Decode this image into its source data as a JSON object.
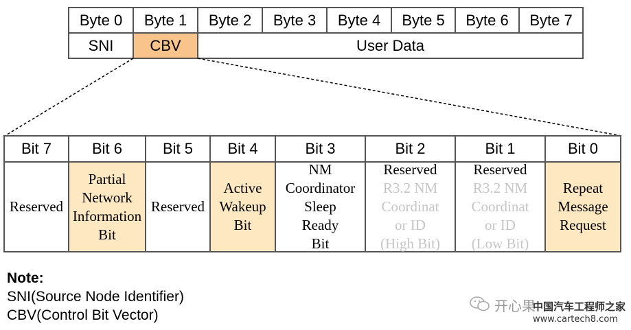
{
  "byte_table": {
    "headers": [
      "Byte 0",
      "Byte 1",
      "Byte 2",
      "Byte 3",
      "Byte 4",
      "Byte 5",
      "Byte 6",
      "Byte 7"
    ],
    "row": {
      "sni": "SNI",
      "cbv": "CBV",
      "user_data": "User Data"
    }
  },
  "bit_table": {
    "headers": [
      "Bit 7",
      "Bit 6",
      "Bit 5",
      "Bit 4",
      "Bit 3",
      "Bit 2",
      "Bit 1",
      "Bit 0"
    ],
    "bits": [
      {
        "lines": [
          "Reserved"
        ],
        "grey_lines": []
      },
      {
        "lines": [
          "Partial",
          "Network",
          "Information",
          "Bit"
        ],
        "grey_lines": []
      },
      {
        "lines": [
          "Reserved"
        ],
        "grey_lines": []
      },
      {
        "lines": [
          "Active",
          "Wakeup",
          "Bit"
        ],
        "grey_lines": []
      },
      {
        "lines": [
          "NM",
          "Coordinator",
          "Sleep",
          "Ready",
          "Bit"
        ],
        "grey_lines": []
      },
      {
        "lines": [
          "Reserved"
        ],
        "grey_lines": [
          "R3.2 NM",
          "Coordinat",
          "or ID",
          "(High Bit)"
        ]
      },
      {
        "lines": [
          "Reserved"
        ],
        "grey_lines": [
          "R3.2 NM",
          "Coordinat",
          "or ID",
          "(Low Bit)"
        ]
      },
      {
        "lines": [
          "Repeat",
          "Message",
          "Request"
        ],
        "grey_lines": []
      }
    ],
    "highlight_color": "#fde8c2",
    "cbv_color": "#f9c48c"
  },
  "notes": {
    "title": "Note:",
    "sni": "SNI(Source Node Identifier)",
    "cbv": "CBV(Control Bit Vector)"
  },
  "watermark": {
    "name": "开心果",
    "site_cn": "中国汽车工程师之家",
    "url": "www.cartech8.com"
  }
}
